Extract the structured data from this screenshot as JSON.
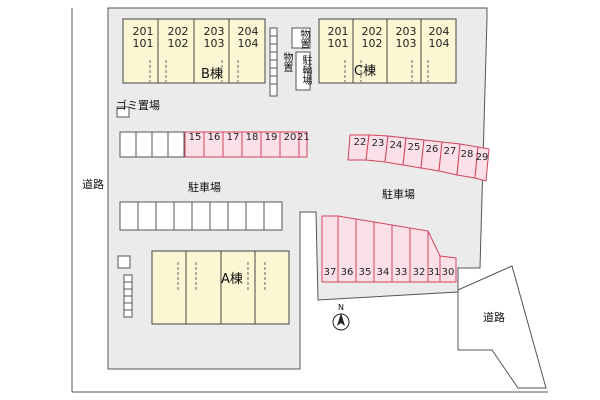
{
  "roads": {
    "left": "道路",
    "right": "道路"
  },
  "parking_labels": {
    "left": "駐車場",
    "right": "駐車場"
  },
  "buildings": {
    "A": {
      "label": "A棟"
    },
    "B": {
      "label": "B棟",
      "units_upper": [
        "201",
        "202",
        "203",
        "204"
      ],
      "units_lower": [
        "101",
        "102",
        "103",
        "104"
      ]
    },
    "C": {
      "label": "C棟",
      "units_upper": [
        "201",
        "202",
        "203",
        "204"
      ],
      "units_lower": [
        "101",
        "102",
        "103",
        "104"
      ]
    }
  },
  "storage_b": "物置",
  "storage_c": "物置",
  "bike_parking": "駐輪場",
  "garbage": "ゴミ置場",
  "north": "N",
  "spaces_row_top": [
    "15",
    "16",
    "17",
    "18",
    "19",
    "20",
    "21"
  ],
  "spaces_row_right": [
    "22",
    "23",
    "24",
    "25",
    "26",
    "27",
    "28",
    "29"
  ],
  "spaces_row_bottom": [
    "37",
    "36",
    "35",
    "34",
    "33",
    "32",
    "31",
    "30"
  ],
  "colors": {
    "lot": "#ebebeb",
    "building": "#fbf7d2",
    "highlight": "#fbe1e7",
    "highlight_stroke": "#d0455d",
    "outline": "#444444"
  }
}
